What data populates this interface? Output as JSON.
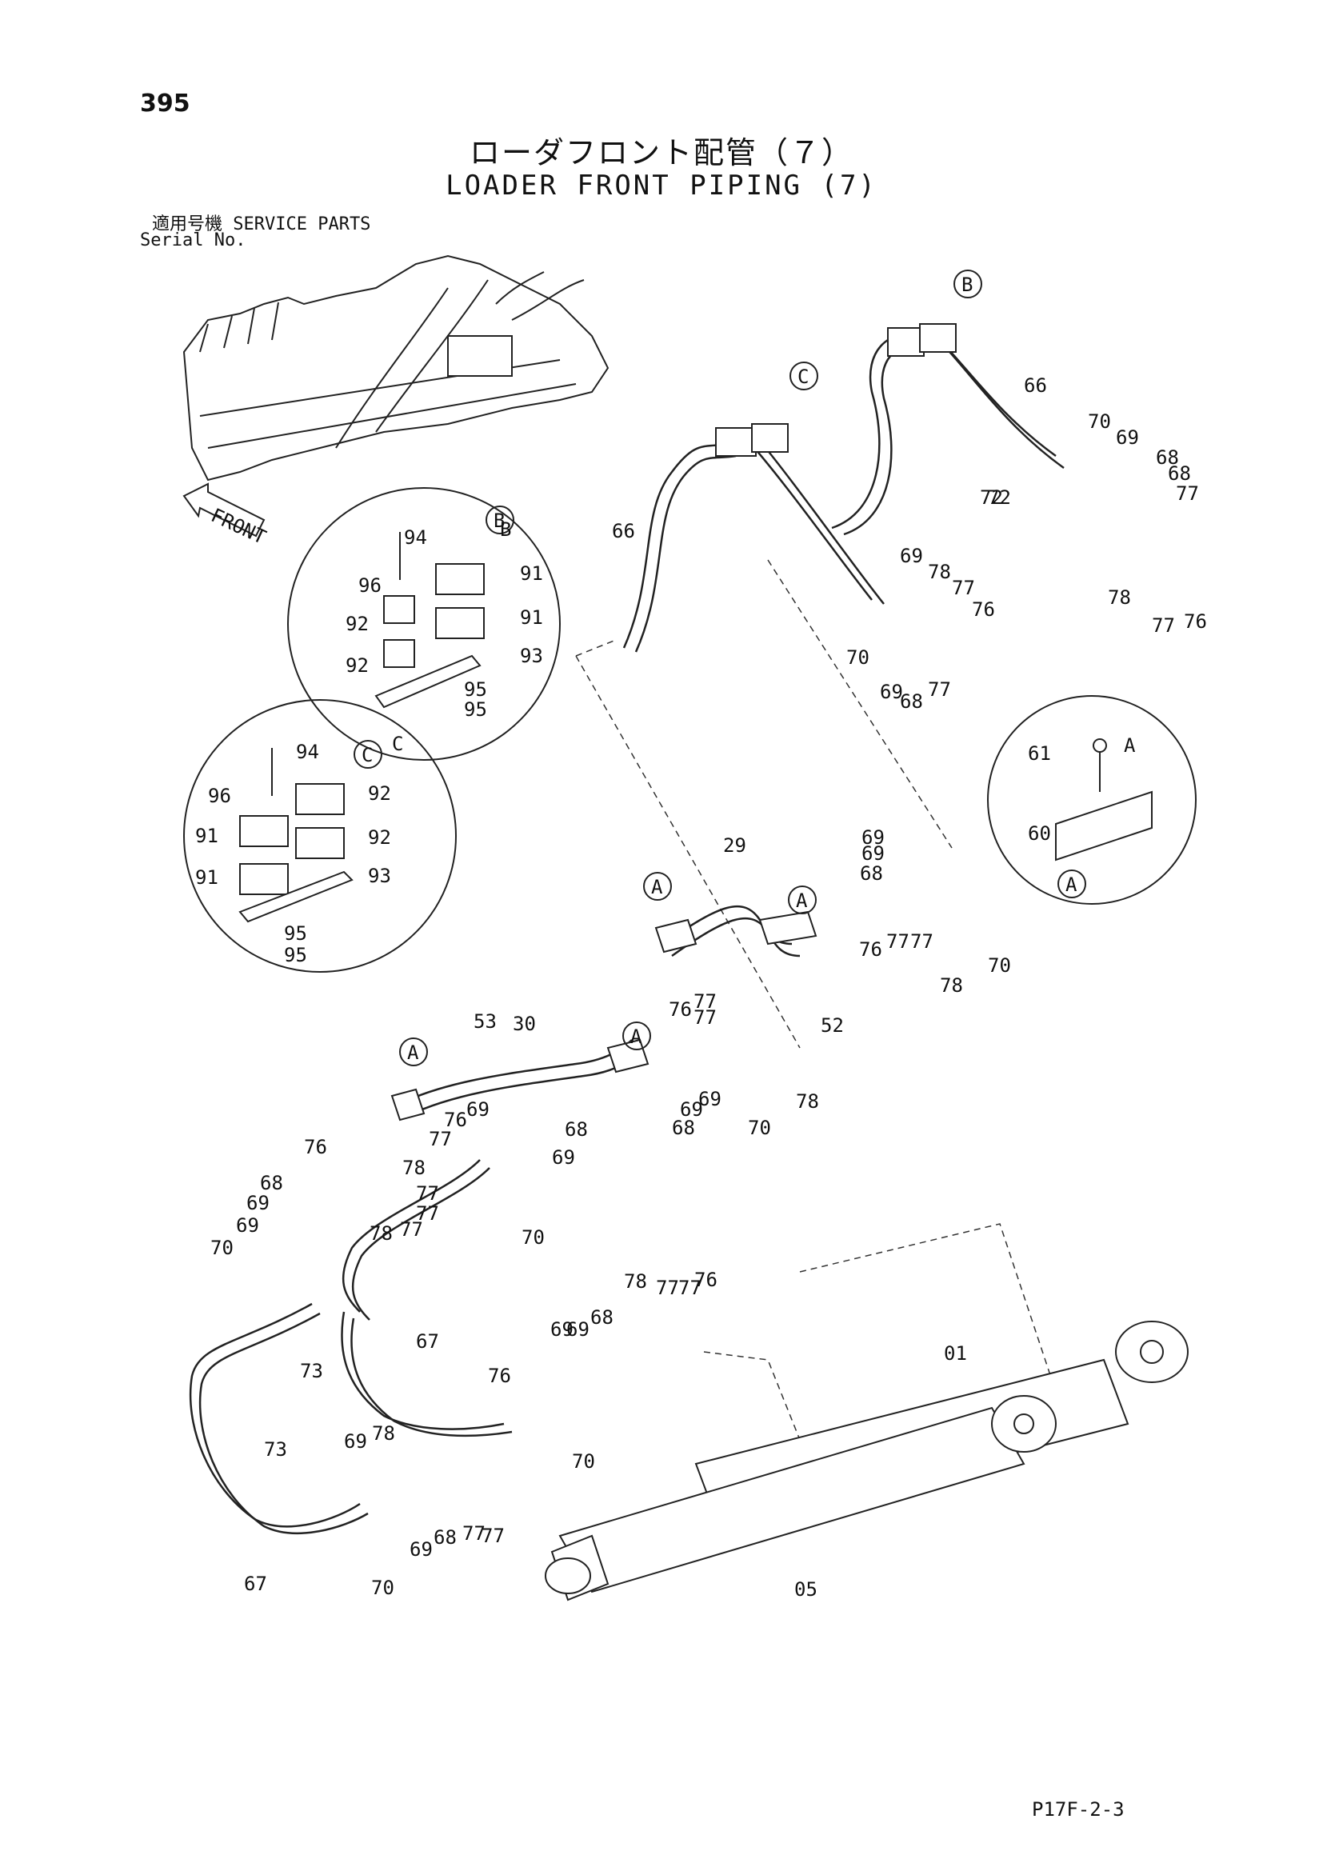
{
  "page": {
    "number": "395",
    "title_jp": "ローダフロント配管（７）",
    "title_en": "LOADER FRONT PIPING (7)",
    "serial_jp": "適用号機  SERVICE PARTS",
    "serial_en": "Serial No.",
    "footer_code": "P17F-2-3"
  },
  "diagram": {
    "front_arrow": "FRONT",
    "reference_markers": [
      "A",
      "B",
      "C"
    ],
    "detail_B": {
      "letter": "B",
      "labels": [
        {
          "text": "94"
        },
        {
          "text": "96"
        },
        {
          "text": "91"
        },
        {
          "text": "92"
        },
        {
          "text": "91"
        },
        {
          "text": "92"
        },
        {
          "text": "93"
        },
        {
          "text": "95"
        },
        {
          "text": "95"
        }
      ]
    },
    "detail_C": {
      "letter": "C",
      "labels": [
        {
          "text": "94"
        },
        {
          "text": "96"
        },
        {
          "text": "92"
        },
        {
          "text": "91"
        },
        {
          "text": "92"
        },
        {
          "text": "91"
        },
        {
          "text": "93"
        },
        {
          "text": "95"
        },
        {
          "text": "95"
        }
      ]
    },
    "detail_A": {
      "letter": "A",
      "labels": [
        {
          "text": "61"
        },
        {
          "text": "60"
        }
      ]
    },
    "part_labels": [
      {
        "text": "66"
      },
      {
        "text": "72"
      },
      {
        "text": "70"
      },
      {
        "text": "69"
      },
      {
        "text": "68"
      },
      {
        "text": "68"
      },
      {
        "text": "77"
      },
      {
        "text": "72"
      },
      {
        "text": "78"
      },
      {
        "text": "77"
      },
      {
        "text": "76"
      },
      {
        "text": "66"
      },
      {
        "text": "69"
      },
      {
        "text": "78"
      },
      {
        "text": "77"
      },
      {
        "text": "76"
      },
      {
        "text": "70"
      },
      {
        "text": "69"
      },
      {
        "text": "68"
      },
      {
        "text": "77"
      },
      {
        "text": "29"
      },
      {
        "text": "69"
      },
      {
        "text": "69"
      },
      {
        "text": "68"
      },
      {
        "text": "77"
      },
      {
        "text": "76"
      },
      {
        "text": "77"
      },
      {
        "text": "78"
      },
      {
        "text": "70"
      },
      {
        "text": "52"
      },
      {
        "text": "77"
      },
      {
        "text": "77"
      },
      {
        "text": "76"
      },
      {
        "text": "53"
      },
      {
        "text": "30"
      },
      {
        "text": "78"
      },
      {
        "text": "69"
      },
      {
        "text": "69"
      },
      {
        "text": "68"
      },
      {
        "text": "70"
      },
      {
        "text": "69"
      },
      {
        "text": "76"
      },
      {
        "text": "68"
      },
      {
        "text": "77"
      },
      {
        "text": "69"
      },
      {
        "text": "78"
      },
      {
        "text": "77"
      },
      {
        "text": "76"
      },
      {
        "text": "77"
      },
      {
        "text": "68"
      },
      {
        "text": "69"
      },
      {
        "text": "77"
      },
      {
        "text": "69"
      },
      {
        "text": "78"
      },
      {
        "text": "70"
      },
      {
        "text": "70"
      },
      {
        "text": "78"
      },
      {
        "text": "77"
      },
      {
        "text": "77"
      },
      {
        "text": "76"
      },
      {
        "text": "69"
      },
      {
        "text": "69"
      },
      {
        "text": "68"
      },
      {
        "text": "67"
      },
      {
        "text": "01"
      },
      {
        "text": "73"
      },
      {
        "text": "76"
      },
      {
        "text": "70"
      },
      {
        "text": "73"
      },
      {
        "text": "69"
      },
      {
        "text": "78"
      },
      {
        "text": "68"
      },
      {
        "text": "77"
      },
      {
        "text": "77"
      },
      {
        "text": "69"
      },
      {
        "text": "67"
      },
      {
        "text": "70"
      },
      {
        "text": "05"
      }
    ]
  }
}
